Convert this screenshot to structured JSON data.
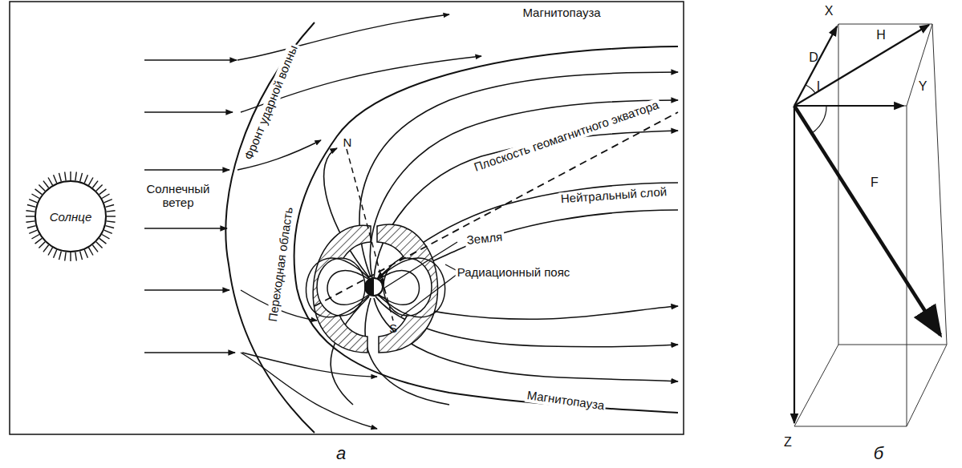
{
  "diagram": {
    "nodes": [
      {
        "text": [
          "Солнце"
        ]
      }
    ],
    "labels": [
      "Магнитопауза",
      "Фронт ударной волны",
      "Солнечный ветер",
      "Переходная область",
      "N",
      "Плоскость геомагнитного экватора",
      "Нейтральный слой",
      "Земля",
      "Радиационный пояс",
      "S",
      "Магнитопауза",
      "а",
      "X",
      "D",
      "H",
      "Y",
      "I",
      "F",
      "Z",
      "б"
    ]
  }
}
